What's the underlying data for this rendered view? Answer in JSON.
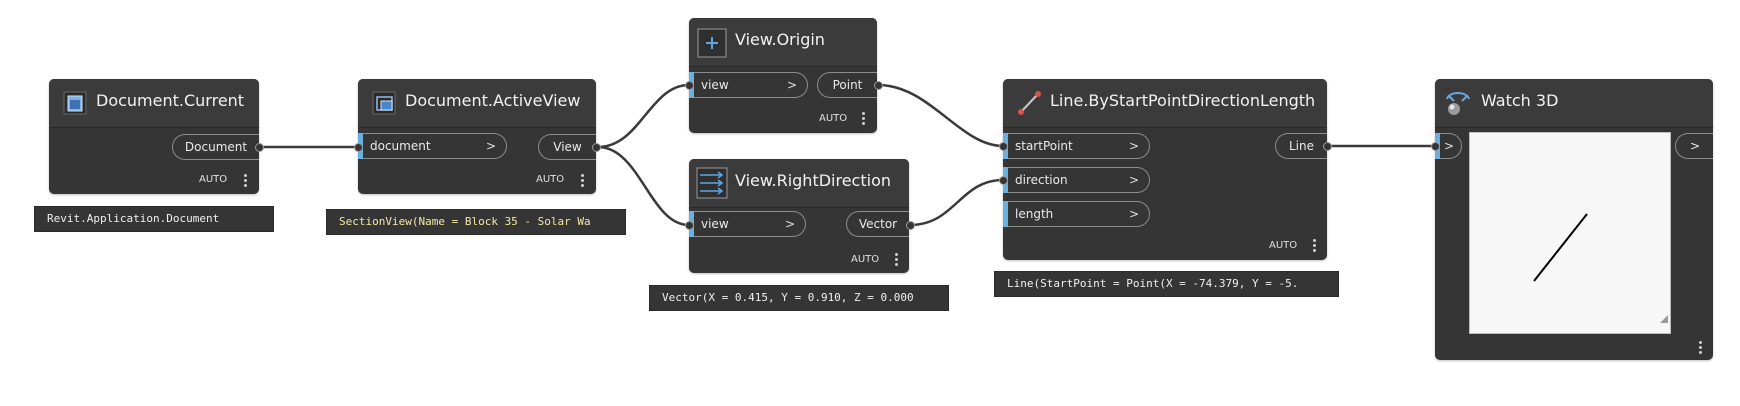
{
  "colors": {
    "canvas": "#ffffff",
    "node_body": "#353535",
    "port_accent": "#6ab0de",
    "wire": "#3a3a3a"
  },
  "nodes": {
    "document_current": {
      "title": "Document.Current",
      "icon": "revit-document-icon",
      "output": "Document",
      "lacing": "AUTO",
      "preview": "Revit.Application.Document"
    },
    "document_activeview": {
      "title": "Document.ActiveView",
      "icon": "active-view-icon",
      "input": "document",
      "input_arrow": ">",
      "output": "View",
      "lacing": "AUTO",
      "preview": "SectionView(Name = Block 35 - Solar Wa"
    },
    "view_origin": {
      "title": "View.Origin",
      "icon": "origin-plus-icon",
      "input": "view",
      "input_arrow": ">",
      "output": "Point",
      "lacing": "AUTO"
    },
    "view_rightdirection": {
      "title": "View.RightDirection",
      "icon": "right-direction-icon",
      "input": "view",
      "input_arrow": ">",
      "output": "Vector",
      "lacing": "AUTO",
      "preview": "Vector(X = 0.415, Y = 0.910, Z = 0.000"
    },
    "line_bystart": {
      "title": "Line.ByStartPointDirectionLength",
      "icon": "line-tool-icon",
      "inputs": [
        "startPoint",
        "direction",
        "length"
      ],
      "input_arrow": ">",
      "output": "Line",
      "lacing": "AUTO",
      "preview": "Line(StartPoint = Point(X = -74.379, Y = -5."
    },
    "watch3d": {
      "title": "Watch 3D",
      "icon": "watch-3d-icon",
      "input_arrow": ">",
      "output_arrow": ">"
    }
  }
}
